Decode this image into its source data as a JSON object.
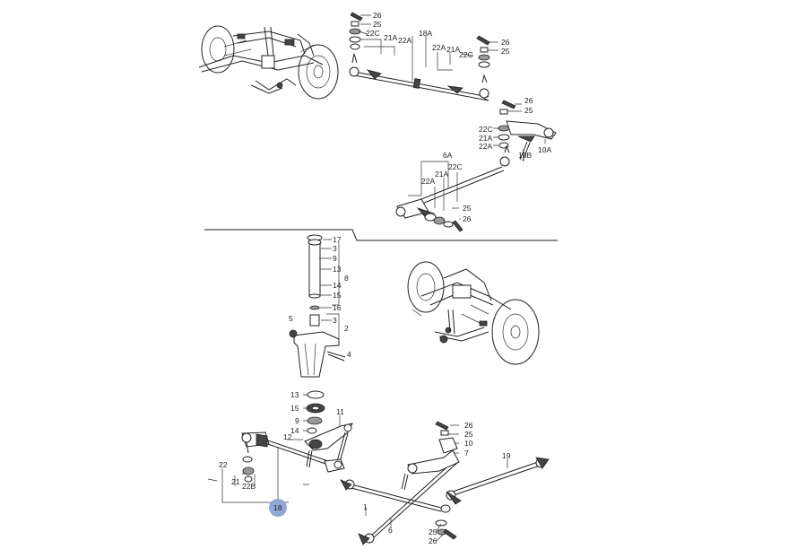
{
  "diagram": {
    "labels": {
      "top_26a": "26",
      "top_25a": "25",
      "top_22c_l": "22C",
      "top_21a_l": "21A",
      "top_22a_l": "22A",
      "top_18a": "18A",
      "top_22a_r": "22A",
      "top_21a_r": "21A",
      "top_22c_r": "22C",
      "top_26b": "26",
      "top_25b": "25",
      "r_26": "26",
      "r_25": "25",
      "r_22c": "22C",
      "r_21a": "21A",
      "r_22a": "22A",
      "r_10b": "10B",
      "r_10a": "10A",
      "m_6a": "6A",
      "m_22c": "22C",
      "m_21a": "21A",
      "m_22a": "22A",
      "m_25": "25",
      "m_26": "26",
      "s_17": "17",
      "s_3a": "3",
      "s_9a": "9",
      "s_13a": "13",
      "s_8": "8",
      "s_14a": "14",
      "s_15a": "15",
      "s_16": "16",
      "s_5": "5",
      "s_3b": "3",
      "s_2": "2",
      "s_4": "4",
      "s_13b": "13",
      "s_15b": "15",
      "s_9b": "9",
      "s_14b": "14",
      "b_11": "11",
      "b_12": "12",
      "b_26a": "26",
      "b_25a": "25",
      "b_10": "10",
      "b_7": "7",
      "b_19": "19",
      "b_22": "22",
      "b_21": "21",
      "b_22b": "22B",
      "b_18": "18",
      "b_1": "1",
      "b_6": "6",
      "b_25b": "25",
      "b_26b": "26"
    },
    "highlight_color": "#8fa8d8"
  }
}
